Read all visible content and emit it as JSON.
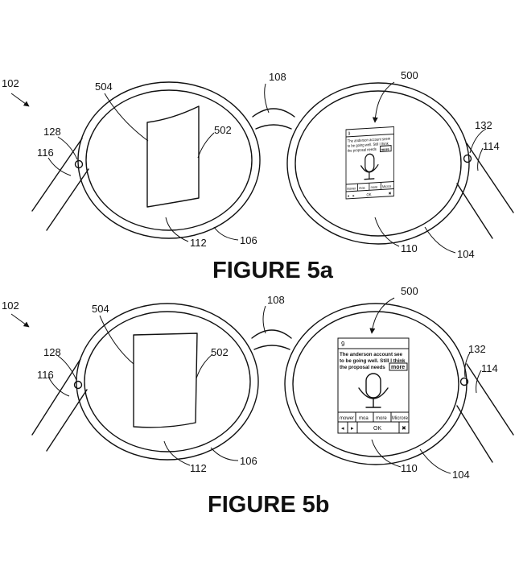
{
  "figures": [
    {
      "caption": "FIGURE 5a",
      "refs": {
        "glasses": "102",
        "bridge": "108",
        "display": "500",
        "left_surface": "504",
        "left_panel": "502",
        "left_hinge": "128",
        "left_temple": "116",
        "right_hinge": "132",
        "right_temple": "114",
        "left_lens": "112",
        "left_rim": "106",
        "right_lens": "110",
        "right_rim": "104"
      },
      "screen": {
        "header_glyph": "9",
        "lines": [
          "The anderson account seem",
          "to be going well. Still I think",
          "the proposal needs"
        ],
        "more_label": "more",
        "word_buttons": [
          "mower",
          "moa",
          "more",
          "Micros"
        ],
        "nav": {
          "back": "◂",
          "fwd": "▸",
          "ok": "OK",
          "del": "✖"
        }
      }
    },
    {
      "caption": "FIGURE 5b",
      "refs": {
        "glasses": "102",
        "bridge": "108",
        "display": "500",
        "left_surface": "504",
        "left_panel": "502",
        "left_hinge": "128",
        "left_temple": "116",
        "right_hinge": "132",
        "right_temple": "114",
        "left_lens": "112",
        "left_rim": "106",
        "right_lens": "110",
        "right_rim": "104"
      },
      "screen": {
        "header_glyph": "9",
        "lines": [
          "The anderson account see",
          "to be going well. Still I think",
          "the proposal needs"
        ],
        "more_label": "more",
        "word_buttons": [
          "mower",
          "moa",
          "more",
          "Microre"
        ],
        "nav": {
          "back": "◂",
          "fwd": "▸",
          "ok": "OK",
          "del": "✖"
        }
      }
    }
  ]
}
